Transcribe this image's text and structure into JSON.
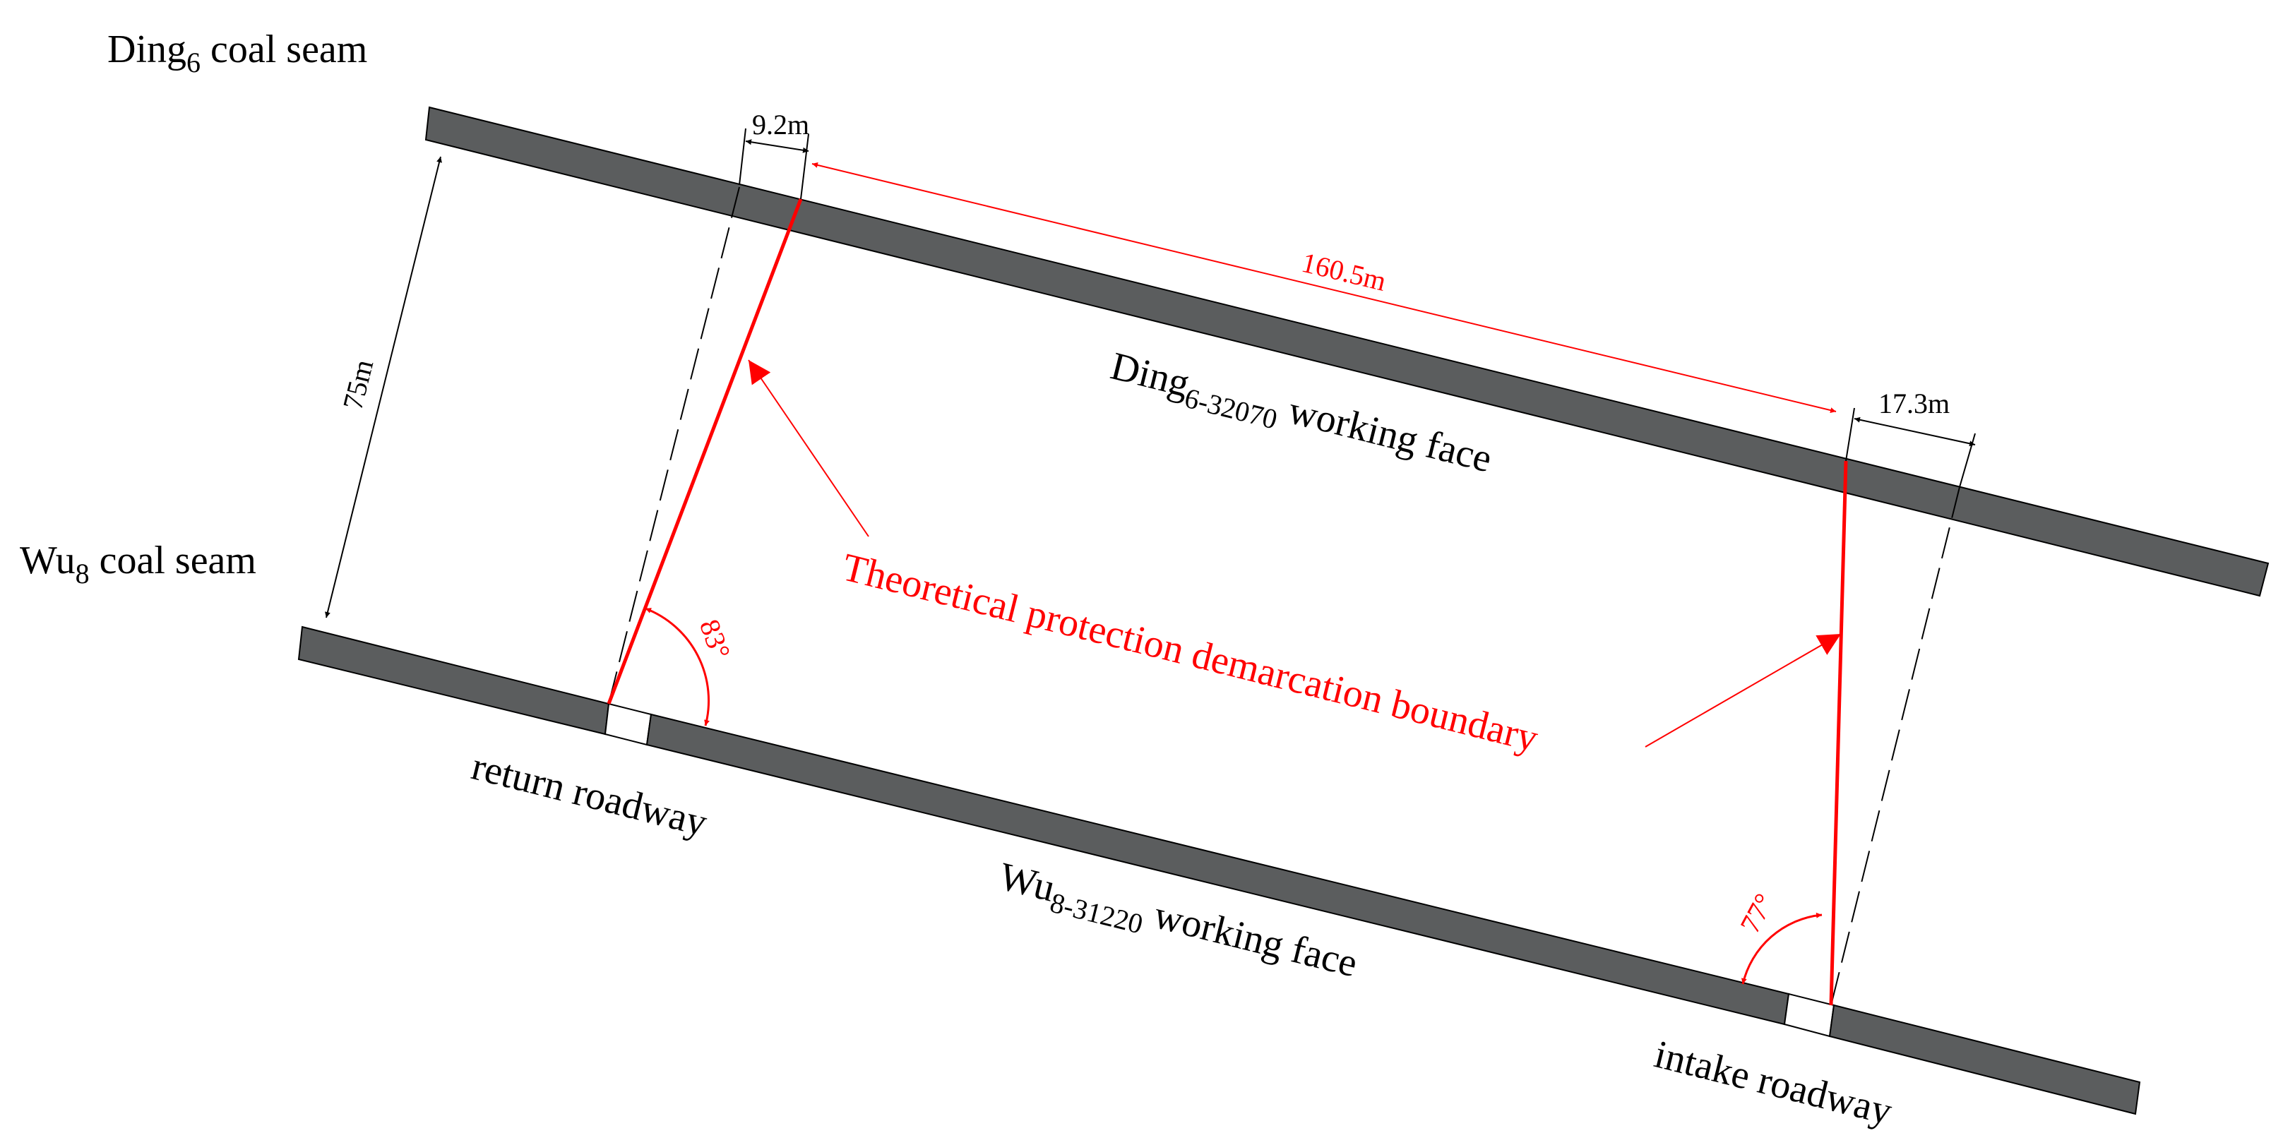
{
  "labels": {
    "ding_seam_main": "Ding",
    "ding_seam_sub": "6",
    "ding_seam_rest": " coal seam",
    "wu_seam_main": "Wu",
    "wu_seam_sub": "8",
    "wu_seam_rest": " coal seam",
    "ding_face_main": "Ding",
    "ding_face_sub": "6-32070",
    "ding_face_rest": " working face",
    "wu_face_main": "Wu",
    "wu_face_sub": "8-31220",
    "wu_face_rest": " working face",
    "return_roadway": "return roadway",
    "intake_roadway": "intake roadway",
    "boundary": "Theoretical protection demarcation boundary"
  },
  "dimensions": {
    "seam_spacing": "75m",
    "left_offset": "9.2m",
    "span": "160.5m",
    "right_offset": "17.3m",
    "left_angle": "83°",
    "right_angle": "77°"
  },
  "colors": {
    "seam": "#5b5d5e",
    "boundary": "#ff0000",
    "text": "#000000"
  }
}
